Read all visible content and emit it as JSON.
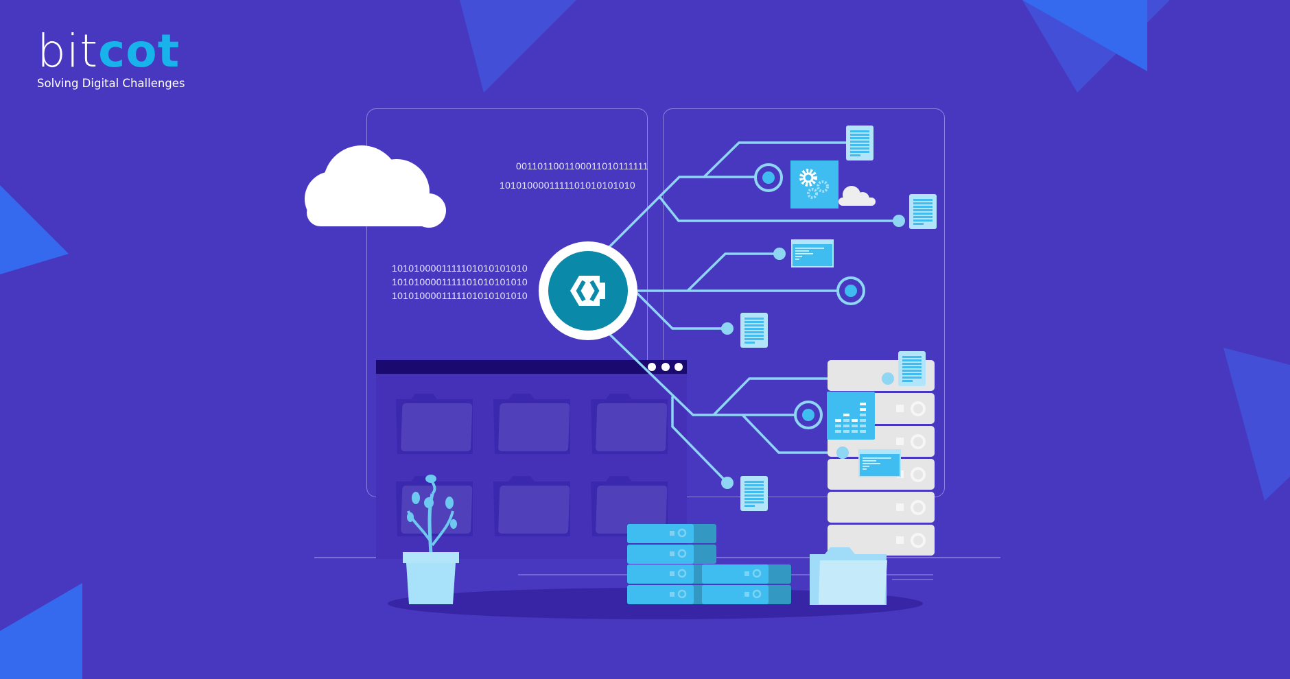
{
  "brand": {
    "name_part1": "bit",
    "name_part2": "cot",
    "tagline": "Solving Digital Challenges",
    "colors": {
      "background": "#4838c0",
      "accent": "#17b3ea",
      "hub": "#0a8aa8",
      "line": "#8fd6f5"
    }
  },
  "binary_top": [
    "0011011001100011010111111",
    "1010100001111101010101010"
  ],
  "binary_left": [
    "1010100001111101010101010",
    "1010100001111101010101010",
    "1010100001111101010101010"
  ],
  "icons": [
    "cloud-icon",
    "api-hub-icon",
    "gears-icon",
    "document-icon",
    "server-rack-icon",
    "chart-icon",
    "terminal-window-icon",
    "folder-icon",
    "plant-icon",
    "browser-window-icon"
  ]
}
